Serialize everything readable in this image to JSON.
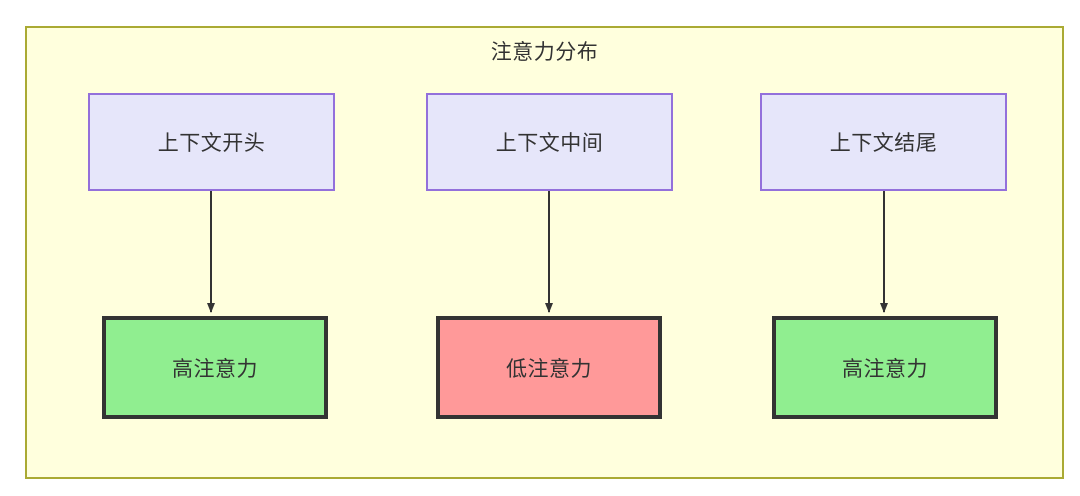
{
  "diagram": {
    "title": "注意力分布",
    "container_fill": "#ffffdd",
    "container_stroke": "#aaaa33",
    "nodes": {
      "context_start": {
        "label": "上下文开头",
        "fill": "#e6e6fa",
        "stroke": "#9370db"
      },
      "context_middle": {
        "label": "上下文中间",
        "fill": "#e6e6fa",
        "stroke": "#9370db"
      },
      "context_end": {
        "label": "上下文结尾",
        "fill": "#e6e6fa",
        "stroke": "#9370db"
      },
      "attention_start": {
        "label": "高注意力",
        "fill": "#90ee90",
        "stroke": "#333333"
      },
      "attention_middle": {
        "label": "低注意力",
        "fill": "#ff9999",
        "stroke": "#333333"
      },
      "attention_end": {
        "label": "高注意力",
        "fill": "#90ee90",
        "stroke": "#333333"
      }
    },
    "edges": [
      {
        "from": "context_start",
        "to": "attention_start"
      },
      {
        "from": "context_middle",
        "to": "attention_middle"
      },
      {
        "from": "context_end",
        "to": "attention_end"
      }
    ]
  }
}
